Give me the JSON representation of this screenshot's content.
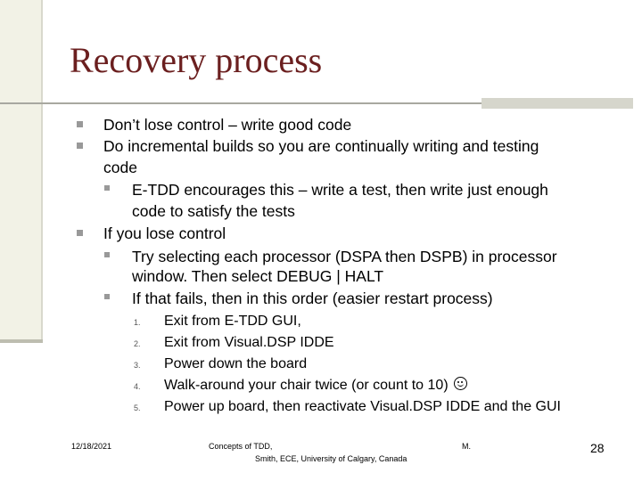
{
  "slide": {
    "title": "Recovery process",
    "bullets": [
      "Don’t lose control – write good code",
      "Do incremental builds so you are continually writing and testing",
      "code",
      "E-TDD encourages this – write a test, then write just enough",
      "code to satisfy the tests",
      "If you lose control",
      "Try selecting each processor (DSPA then DSPB) in processor",
      "window. Then select DEBUG | HALT",
      "If that fails, then in this order (easier restart process)"
    ],
    "steps": [
      {
        "num": "1.",
        "text": "Exit from E-TDD GUI,"
      },
      {
        "num": "2.",
        "text": "Exit from Visual.DSP IDDE"
      },
      {
        "num": "3.",
        "text": "Power down the board"
      },
      {
        "num": "4.",
        "text": "Walk-around your chair twice (or count to 10)"
      },
      {
        "num": "5.",
        "text": "Power up board, then reactivate Visual.DSP IDDE and the GUI"
      }
    ],
    "smiley_icon": "smiley-face-icon"
  },
  "footer": {
    "date": "12/18/2021",
    "center_line1": "Concepts of TDD,",
    "center_line2": "Smith, ECE, University of Calgary, Canada",
    "right": "M.",
    "page_number": "28"
  }
}
